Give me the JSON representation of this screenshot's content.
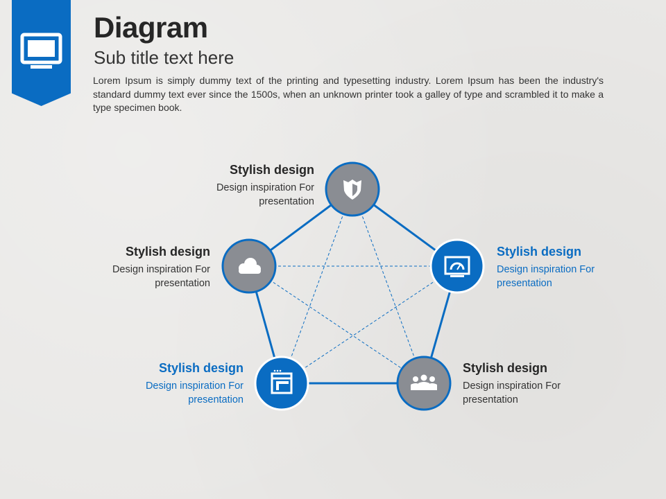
{
  "header": {
    "title": "Diagram",
    "subtitle": "Sub title text here",
    "body": "Lorem Ipsum is simply dummy text of the printing and typesetting industry. Lorem Ipsum has been the industry's standard dummy text ever since the 1500s, when an unknown printer took a galley of type and scrambled it to make a type specimen book."
  },
  "colors": {
    "accent": "#0a6cc2",
    "node_gray": "#8a8d93",
    "text": "#262626"
  },
  "nodes": [
    {
      "icon": "shield-icon",
      "style": "gray",
      "heading": "Stylish design",
      "description": "Design inspiration For presentation"
    },
    {
      "icon": "dashboard-monitor-icon",
      "style": "blue",
      "heading": "Stylish design",
      "description": "Design inspiration For presentation"
    },
    {
      "icon": "people-icon",
      "style": "gray",
      "heading": "Stylish design",
      "description": "Design inspiration For presentation"
    },
    {
      "icon": "browser-window-icon",
      "style": "blue",
      "heading": "Stylish design",
      "description": "Design inspiration For presentation"
    },
    {
      "icon": "cloud-icon",
      "style": "gray",
      "heading": "Stylish design",
      "description": "Design inspiration For presentation"
    }
  ]
}
